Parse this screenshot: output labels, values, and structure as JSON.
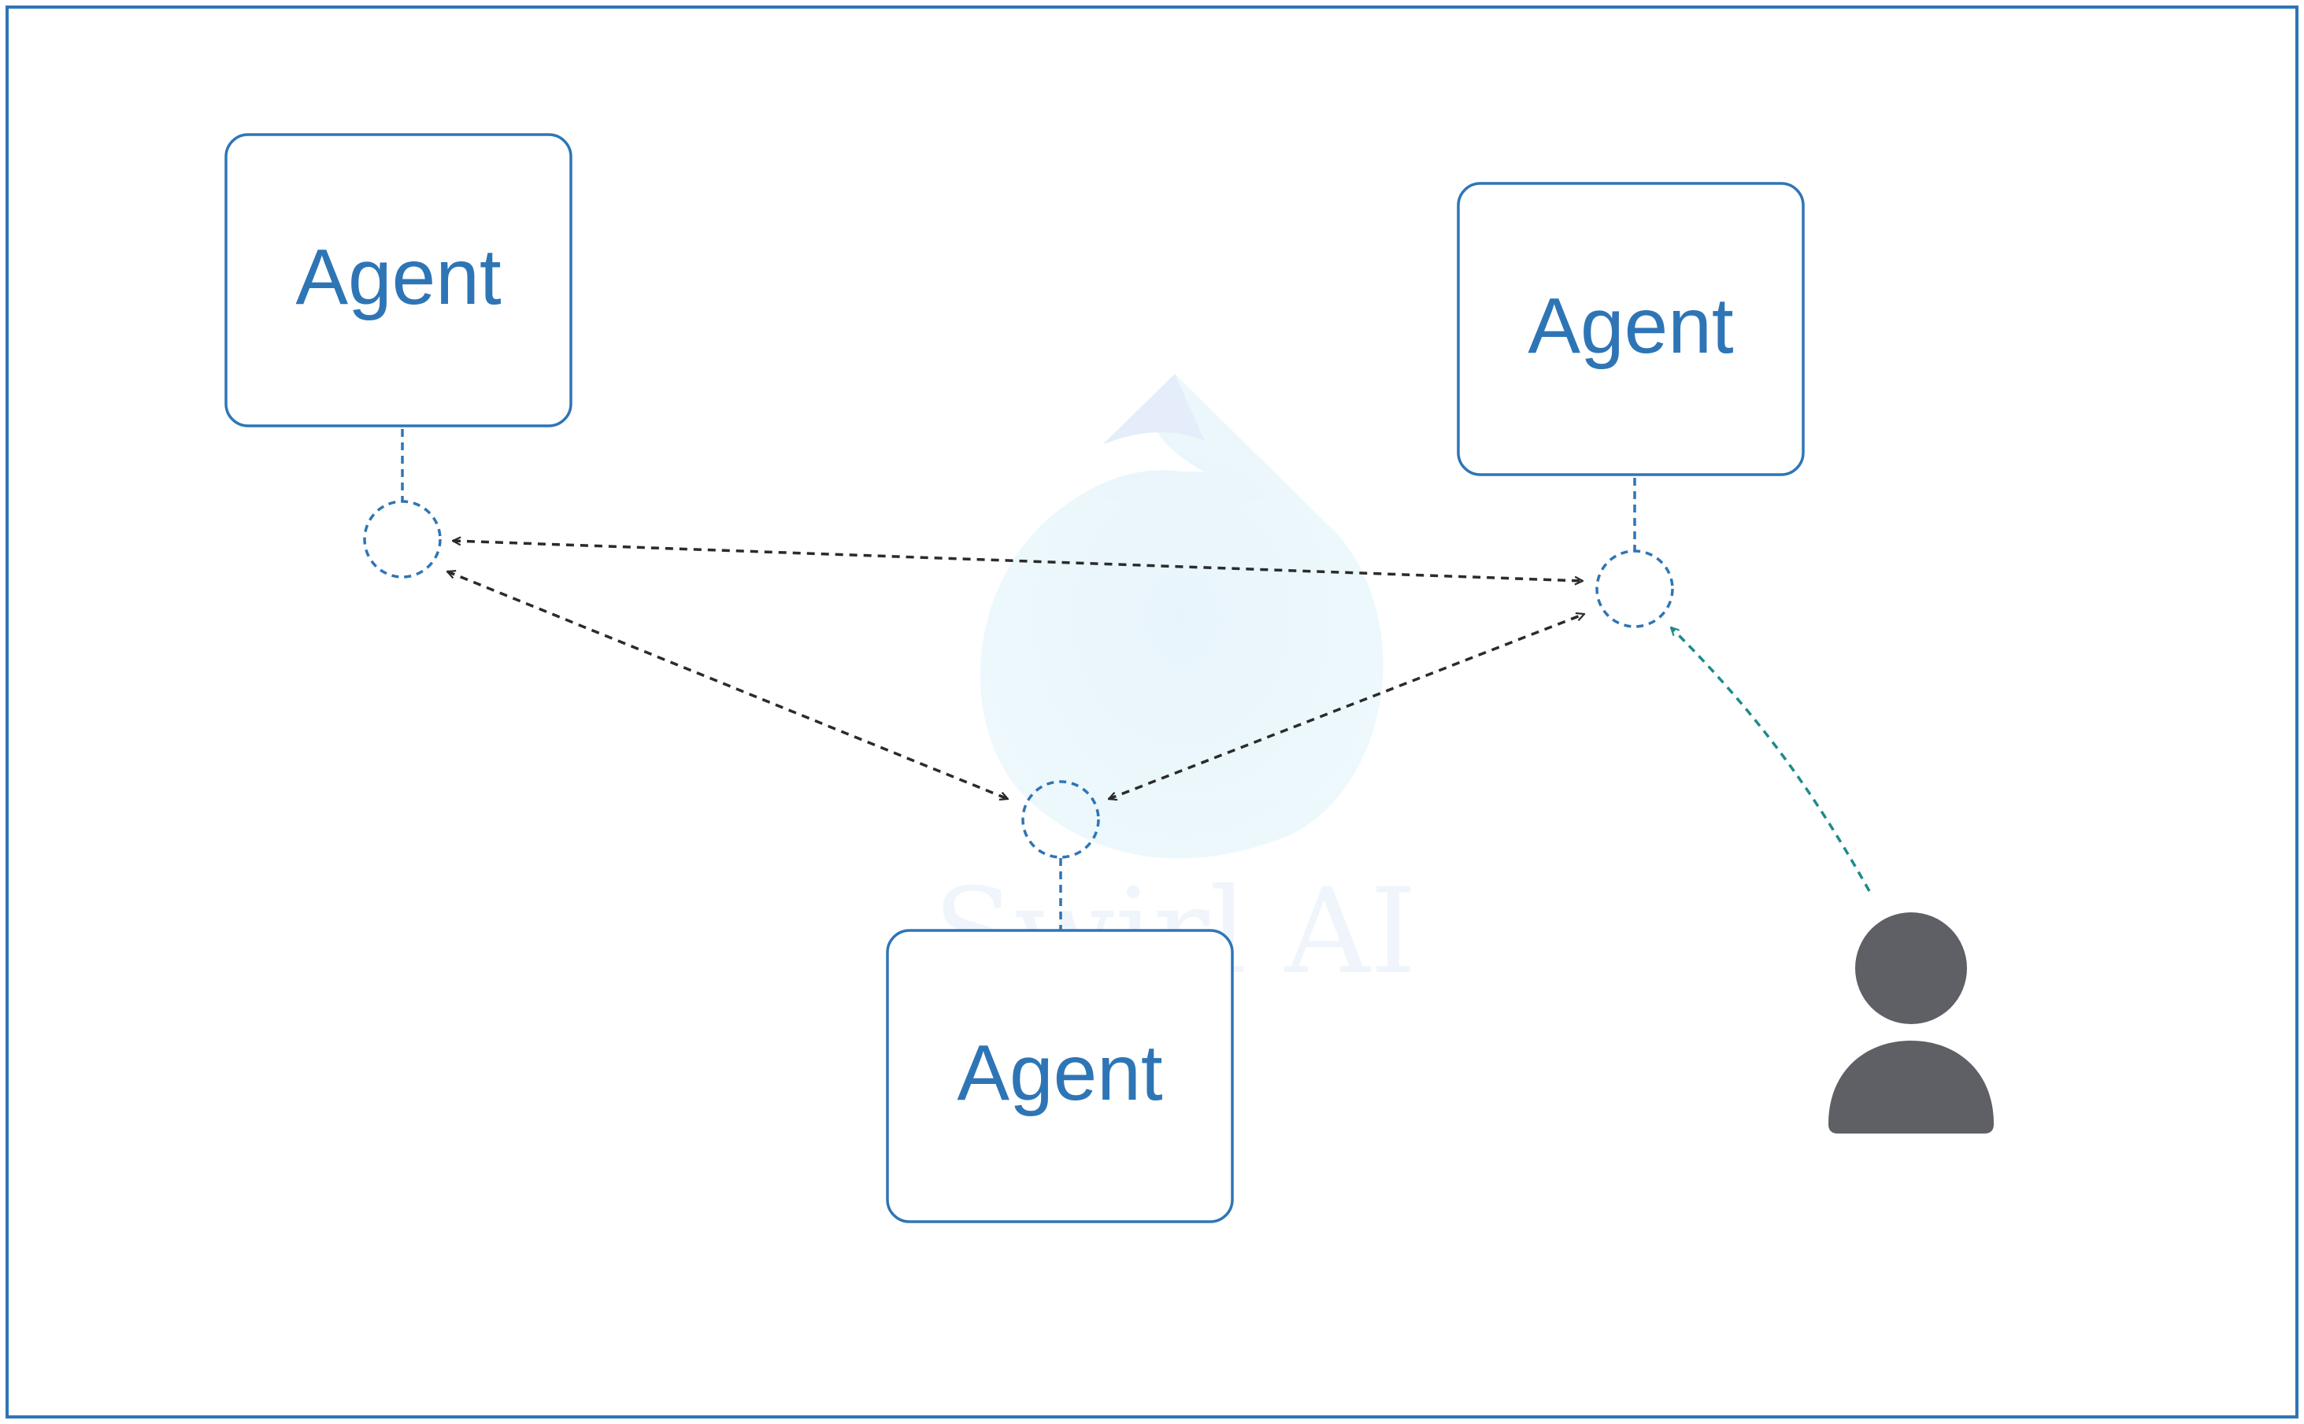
{
  "diagram": {
    "agents": [
      {
        "id": "agent-left",
        "label": "Agent"
      },
      {
        "id": "agent-right",
        "label": "Agent"
      },
      {
        "id": "agent-bottom",
        "label": "Agent"
      }
    ],
    "watermark": {
      "text": "Swirl AI"
    },
    "user": {
      "icon": "user-icon"
    },
    "colors": {
      "agent_blue": "#2E75B6",
      "link_dark": "#2B2B2B",
      "user_link": "#1E8A8A",
      "user_icon": "#5E6065",
      "frame": "#2E75B6"
    }
  }
}
